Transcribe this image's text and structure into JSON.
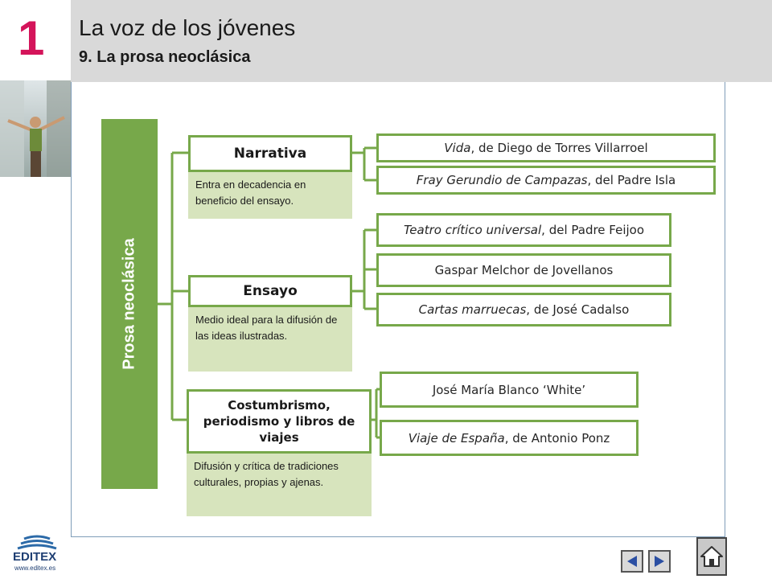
{
  "header": {
    "chapter_number": "1",
    "title": "La voz de los jóvenes",
    "subtitle": "9. La prosa neoclásica"
  },
  "diagram": {
    "root": "Prosa neoclásica",
    "categories": [
      {
        "name": "Narrativa",
        "description": "Entra en decadencia en beneficio del ensayo.",
        "items": [
          {
            "italic": "Vida",
            "rest": ", de Diego de Torres Villarroel"
          },
          {
            "italic": "Fray Gerundio de Campazas",
            "rest": ", del Padre Isla"
          }
        ]
      },
      {
        "name": "Ensayo",
        "description": "Medio ideal para la difusión de las ideas ilustradas.",
        "items": [
          {
            "italic": "Teatro crítico universal",
            "rest": ", del Padre Feijoo"
          },
          {
            "italic": "",
            "rest": "Gaspar Melchor de Jovellanos"
          },
          {
            "italic": "Cartas marruecas",
            "rest": ", de José Cadalso"
          }
        ]
      },
      {
        "name": "Costumbrismo, periodismo y libros de viajes",
        "description": "Difusión y crítica de tradiciones culturales, propias y ajenas.",
        "items": [
          {
            "italic": "",
            "rest": "José María Blanco ‘White’"
          },
          {
            "italic": "Viaje de España",
            "rest": ", de Antonio Ponz"
          }
        ]
      }
    ]
  },
  "footer": {
    "logo_text": "EDITEX",
    "logo_url_text": "www.editex.es"
  },
  "colors": {
    "accent_green": "#77a84a",
    "desc_green": "#d7e4bd",
    "chapter_red": "#d4145a",
    "header_gray": "#d9d9d9"
  },
  "icons": [
    "prev-arrow-icon",
    "next-arrow-icon",
    "home-icon"
  ]
}
